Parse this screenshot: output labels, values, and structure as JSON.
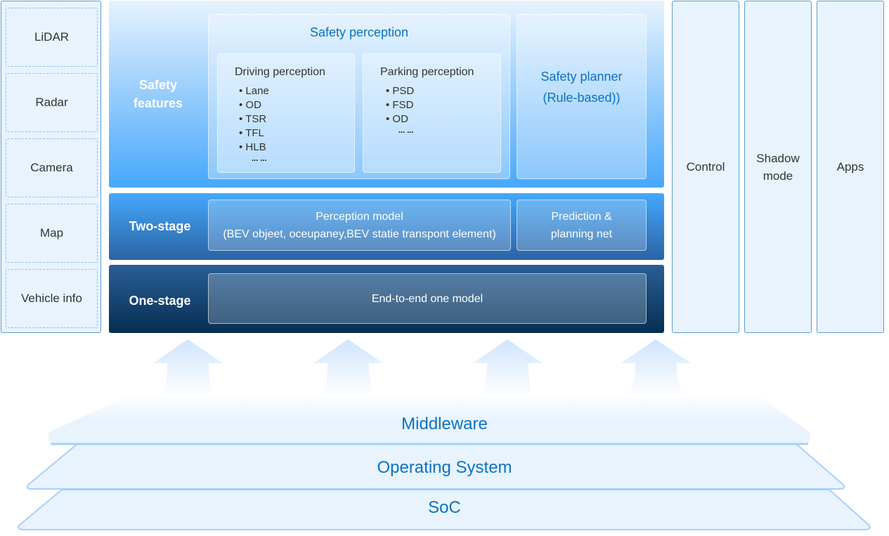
{
  "sensors": [
    "LiDAR",
    "Radar",
    "Camera",
    "Map",
    "Vehicle info"
  ],
  "safety": {
    "label_line1": "Safety",
    "label_line2": "features",
    "perception_title": "Safety perception",
    "driving": {
      "title": "Driving perception",
      "items": [
        "Lane",
        "OD",
        "TSR",
        "TFL",
        "HLB"
      ],
      "more": "... ..."
    },
    "parking": {
      "title": "Parking perception",
      "items": [
        "PSD",
        "FSD",
        "OD"
      ],
      "more": "... ..."
    },
    "planner_line1": "Safety planner",
    "planner_line2": "(Rule-based))"
  },
  "two_stage": {
    "label": "Two-stage",
    "perception_line1": "Perception model",
    "perception_line2": "(BEV objeet, oceupaney,BEV statie transpont element)",
    "prediction_line1": "Prediction &",
    "prediction_line2": "planning net"
  },
  "one_stage": {
    "label": "One-stage",
    "model": "End-to-end one model"
  },
  "side": {
    "control": "Control",
    "shadow_line1": "Shadow",
    "shadow_line2": "mode",
    "apps": "Apps"
  },
  "platform": {
    "middleware": "Middleware",
    "os": "Operating System",
    "soc": "SoC"
  }
}
